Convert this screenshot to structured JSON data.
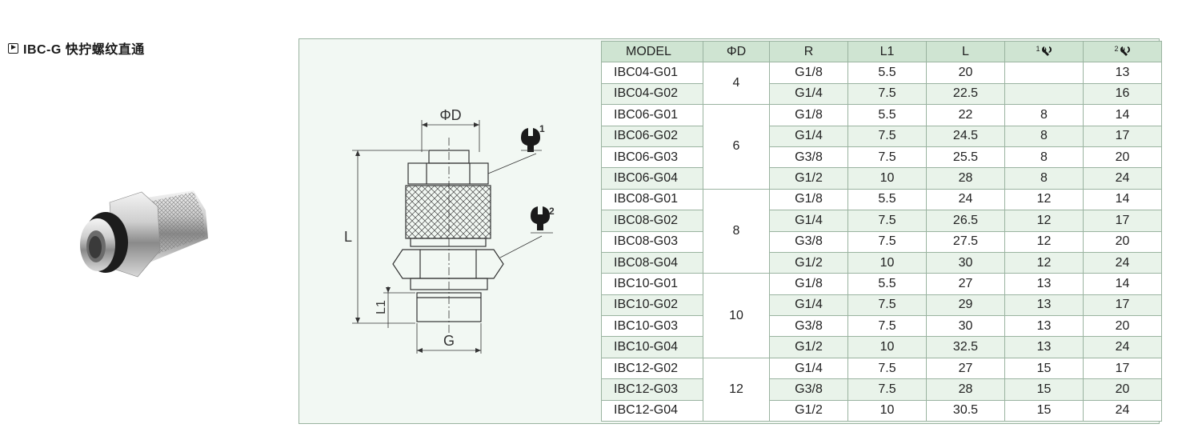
{
  "title": "IBC-G 快拧螺纹直通",
  "drawing": {
    "phi_d": "ΦD",
    "l": "L",
    "l1": "L1",
    "g": "G",
    "wrench1": "1",
    "wrench2": "2"
  },
  "table": {
    "headers": {
      "model": "MODEL",
      "d": "ΦD",
      "r": "R",
      "l1": "L1",
      "l": "L",
      "w1_sup": "1",
      "w2_sup": "2"
    },
    "groups": [
      {
        "d": "4",
        "rows": [
          {
            "model": "IBC04-G01",
            "r": "G1/8",
            "l1": "5.5",
            "l": "20",
            "w1": "",
            "w2": "13"
          },
          {
            "model": "IBC04-G02",
            "r": "G1/4",
            "l1": "7.5",
            "l": "22.5",
            "w1": "",
            "w2": "16"
          }
        ]
      },
      {
        "d": "6",
        "rows": [
          {
            "model": "IBC06-G01",
            "r": "G1/8",
            "l1": "5.5",
            "l": "22",
            "w1": "8",
            "w2": "14"
          },
          {
            "model": "IBC06-G02",
            "r": "G1/4",
            "l1": "7.5",
            "l": "24.5",
            "w1": "8",
            "w2": "17"
          },
          {
            "model": "IBC06-G03",
            "r": "G3/8",
            "l1": "7.5",
            "l": "25.5",
            "w1": "8",
            "w2": "20"
          },
          {
            "model": "IBC06-G04",
            "r": "G1/2",
            "l1": "10",
            "l": "28",
            "w1": "8",
            "w2": "24"
          }
        ]
      },
      {
        "d": "8",
        "rows": [
          {
            "model": "IBC08-G01",
            "r": "G1/8",
            "l1": "5.5",
            "l": "24",
            "w1": "12",
            "w2": "14"
          },
          {
            "model": "IBC08-G02",
            "r": "G1/4",
            "l1": "7.5",
            "l": "26.5",
            "w1": "12",
            "w2": "17"
          },
          {
            "model": "IBC08-G03",
            "r": "G3/8",
            "l1": "7.5",
            "l": "27.5",
            "w1": "12",
            "w2": "20"
          },
          {
            "model": "IBC08-G04",
            "r": "G1/2",
            "l1": "10",
            "l": "30",
            "w1": "12",
            "w2": "24"
          }
        ]
      },
      {
        "d": "10",
        "rows": [
          {
            "model": "IBC10-G01",
            "r": "G1/8",
            "l1": "5.5",
            "l": "27",
            "w1": "13",
            "w2": "14"
          },
          {
            "model": "IBC10-G02",
            "r": "G1/4",
            "l1": "7.5",
            "l": "29",
            "w1": "13",
            "w2": "17"
          },
          {
            "model": "IBC10-G03",
            "r": "G3/8",
            "l1": "7.5",
            "l": "30",
            "w1": "13",
            "w2": "20"
          },
          {
            "model": "IBC10-G04",
            "r": "G1/2",
            "l1": "10",
            "l": "32.5",
            "w1": "13",
            "w2": "24"
          }
        ]
      },
      {
        "d": "12",
        "rows": [
          {
            "model": "IBC12-G02",
            "r": "G1/4",
            "l1": "7.5",
            "l": "27",
            "w1": "15",
            "w2": "17"
          },
          {
            "model": "IBC12-G03",
            "r": "G3/8",
            "l1": "7.5",
            "l": "28",
            "w1": "15",
            "w2": "20"
          },
          {
            "model": "IBC12-G04",
            "r": "G1/2",
            "l1": "10",
            "l": "30.5",
            "w1": "15",
            "w2": "24"
          }
        ]
      }
    ]
  },
  "colors": {
    "header_bg": "#cfe4d2",
    "row_alt": "#e9f3ea",
    "panel_bg": "#f2f8f3",
    "border": "#9ab3a0"
  }
}
